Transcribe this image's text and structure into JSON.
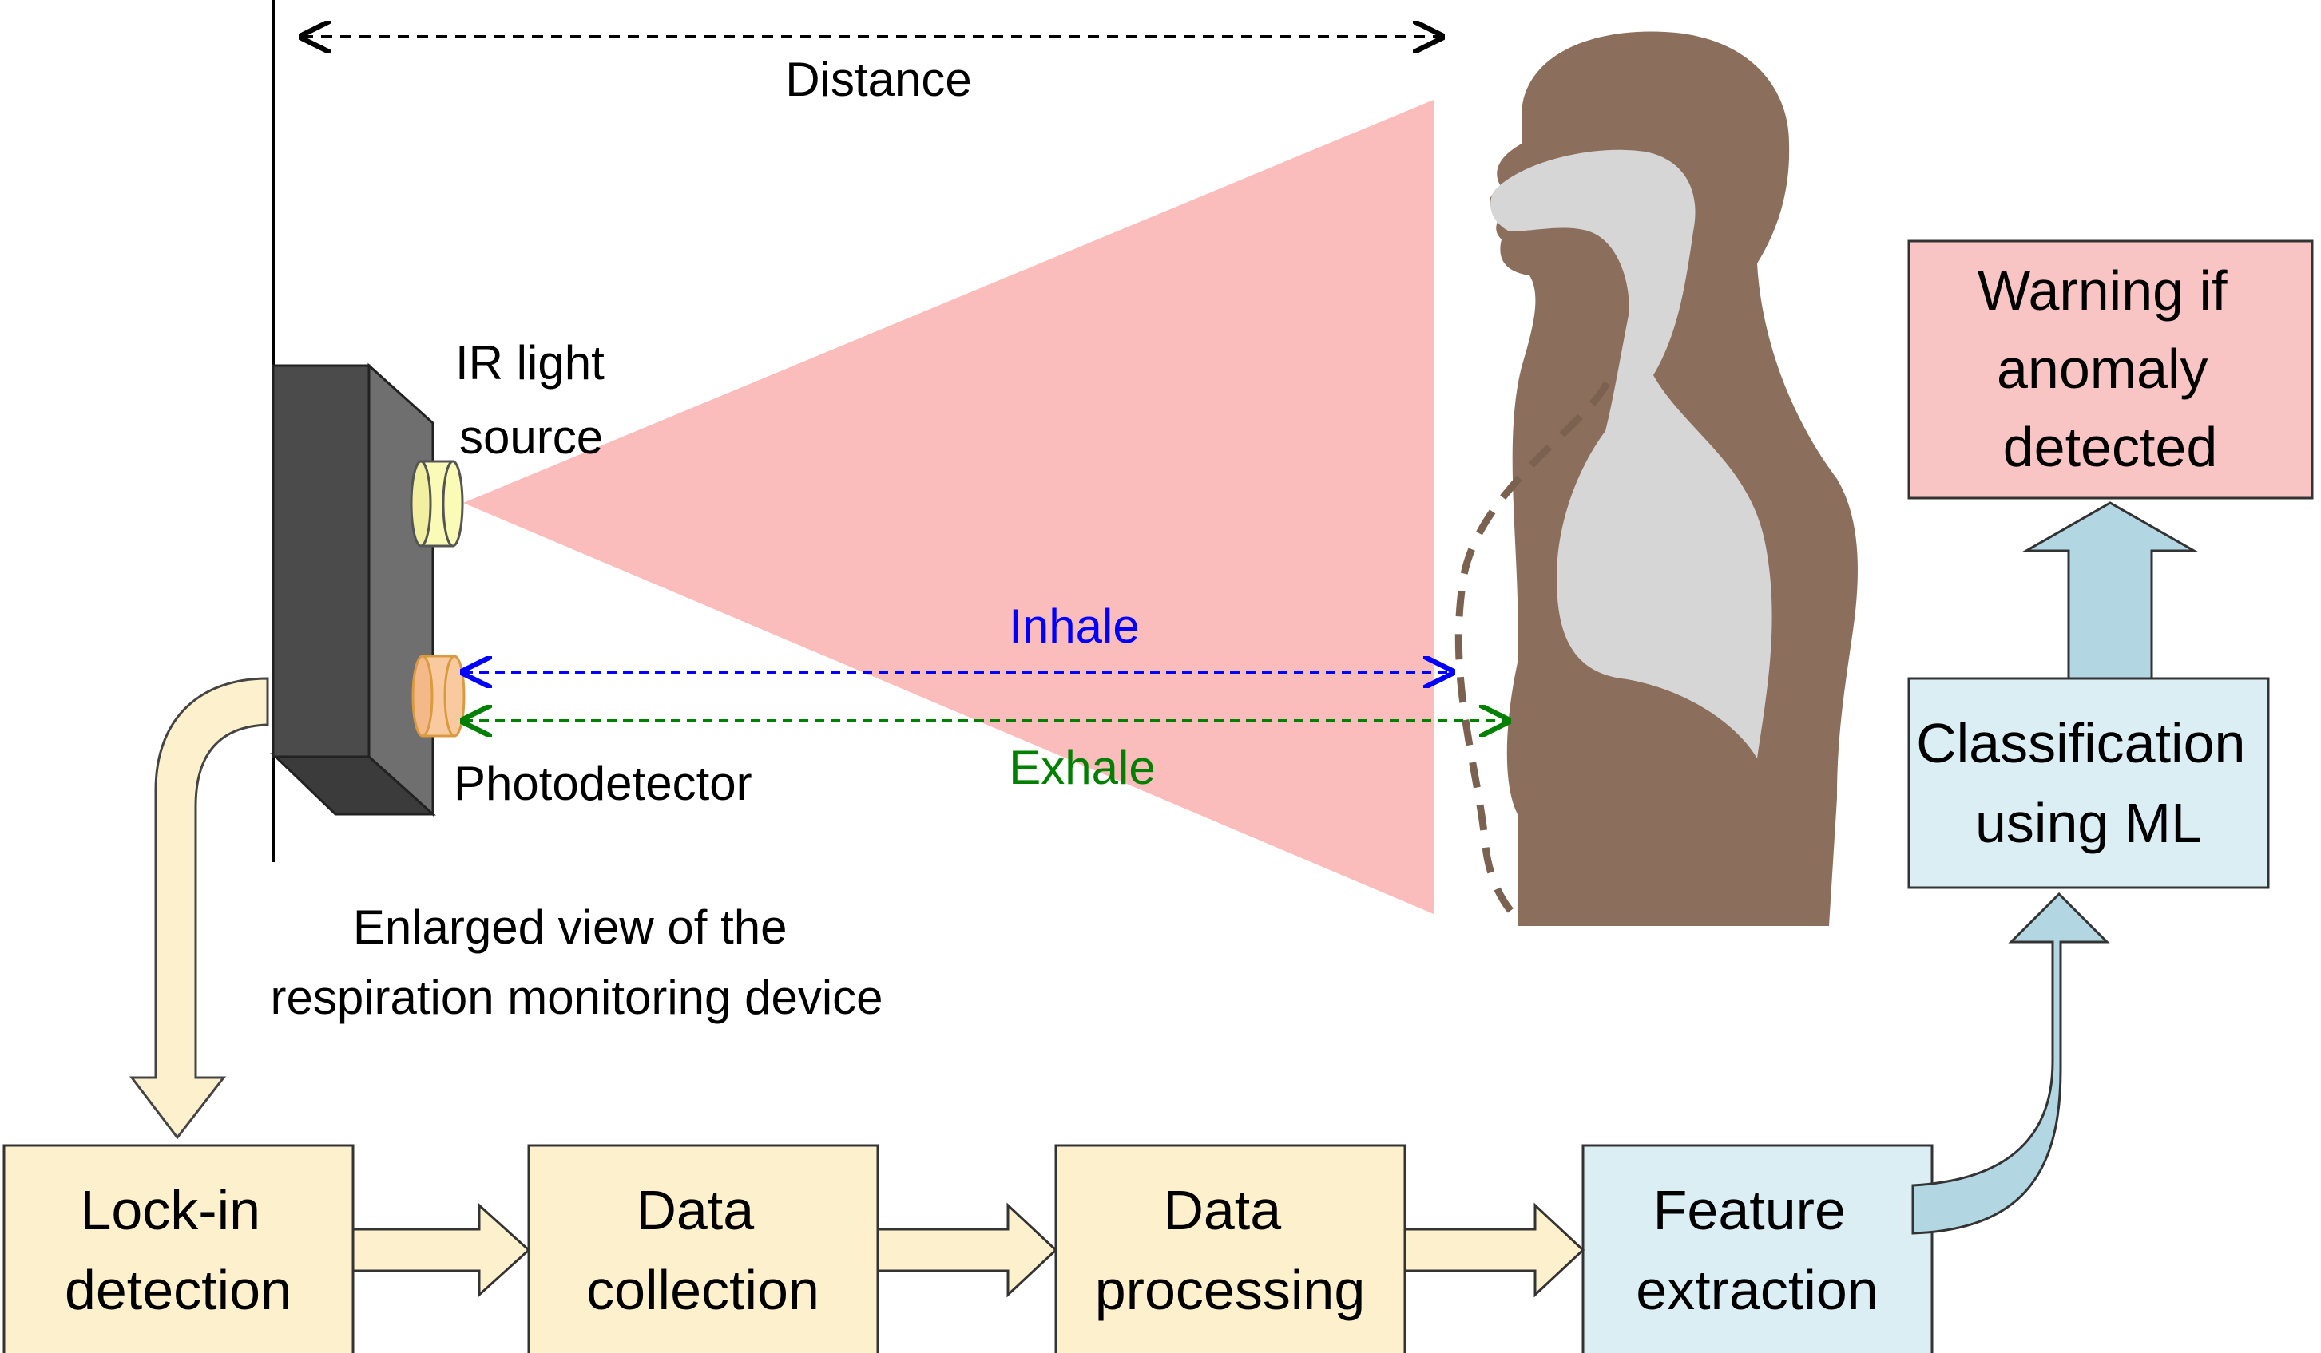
{
  "labels": {
    "distance": "Distance",
    "ir_source": [
      "IR light",
      "source"
    ],
    "photodetector": "Photodetector",
    "inhale": "Inhale",
    "exhale": "Exhale",
    "enlarged_view": [
      "Enlarged view of the",
      "respiration monitoring device"
    ]
  },
  "pipeline": [
    {
      "id": "lockin",
      "lines": [
        "Lock-in",
        "detection"
      ]
    },
    {
      "id": "collection",
      "lines": [
        "Data",
        "collection"
      ]
    },
    {
      "id": "processing",
      "lines": [
        "Data",
        "processing"
      ]
    },
    {
      "id": "feature",
      "lines": [
        "Feature",
        "extraction"
      ]
    },
    {
      "id": "classification",
      "lines": [
        "Classification",
        "using ML"
      ]
    },
    {
      "id": "warning",
      "lines": [
        "Warning if",
        "anomaly",
        "detected"
      ]
    }
  ],
  "colors": {
    "cream_box": "#fdf0cc",
    "blue_box": "#dbeef4",
    "warning_box": "#f8c4c4",
    "cream_arrow": "#fdf0cc",
    "blue_arrow": "#b2d7e3",
    "ir_beam": "#fbbcbc",
    "person": "#8b6f5c",
    "airway": "#d6d6d6",
    "device_front": "#4b4b4b",
    "device_side": "#6f6f6f",
    "inhale": "#0000ff",
    "exhale": "#008000"
  }
}
